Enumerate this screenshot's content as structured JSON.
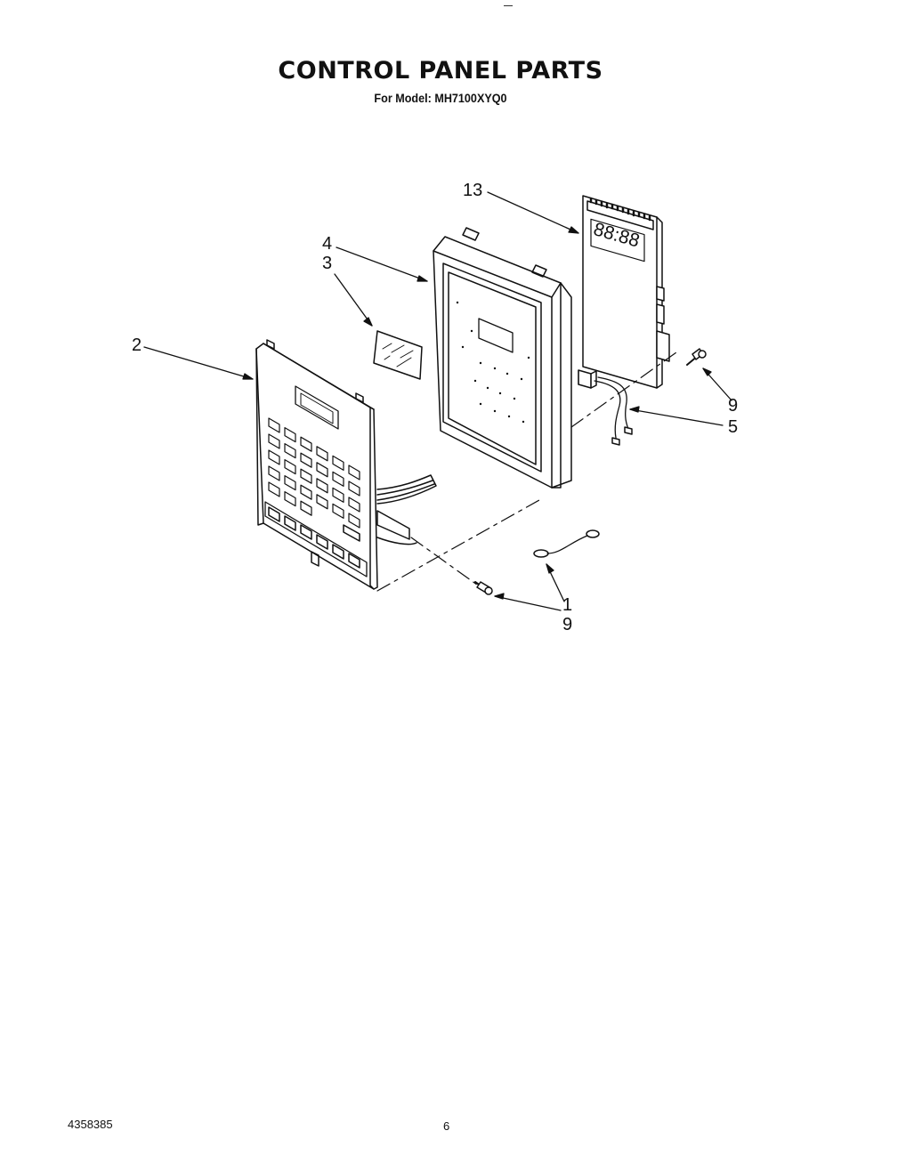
{
  "header": {
    "title": "CONTROL PANEL PARTS",
    "subtitle": "For Model: MH7100XYQ0"
  },
  "display_readout": "88:88",
  "callouts": {
    "c13": "13",
    "c4": "4",
    "c3": "3",
    "c2": "2",
    "c9a": "9",
    "c5": "5",
    "c1": "1",
    "c9b": "9"
  },
  "footer": {
    "code": "4358385",
    "page": "6"
  },
  "colors": {
    "line": "#111111",
    "background": "#ffffff"
  }
}
